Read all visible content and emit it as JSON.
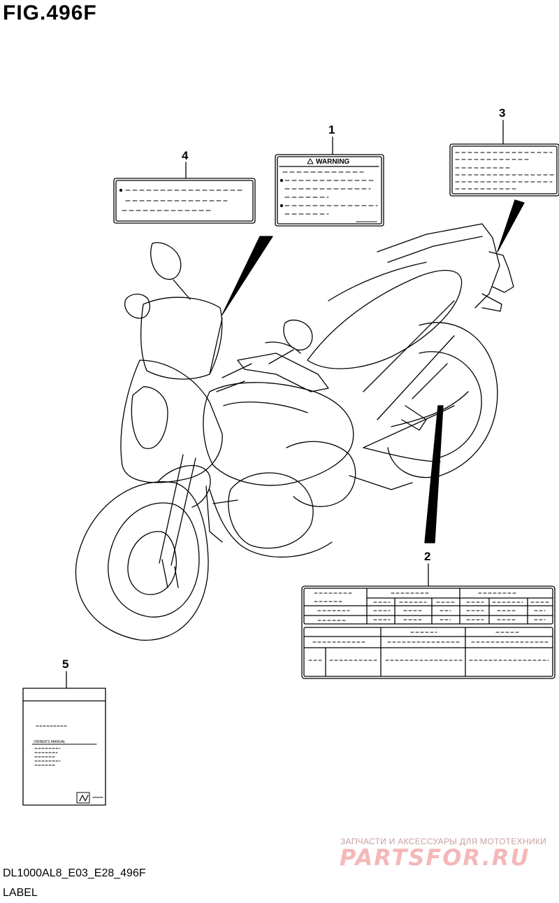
{
  "figure": {
    "title": "FIG.496F",
    "code": "DL1000AL8_E03_E28_496F",
    "caption": "LABEL"
  },
  "callouts": [
    {
      "number": "1"
    },
    {
      "number": "2"
    },
    {
      "number": "3"
    },
    {
      "number": "4"
    },
    {
      "number": "5"
    }
  ],
  "labels": {
    "warning_label": {
      "heading": "WARNING",
      "icon": "warning-triangle-icon"
    },
    "owners_manual": {
      "heading": "OWNER'S MANUAL",
      "icon": "suzuki-logo-icon"
    }
  },
  "watermark": {
    "subtitle": "ЗАПЧАСТИ И АКСЕССУАРЫ ДЛЯ МОТОТЕХНИКИ",
    "logo": "PARTSFOR.RU"
  }
}
